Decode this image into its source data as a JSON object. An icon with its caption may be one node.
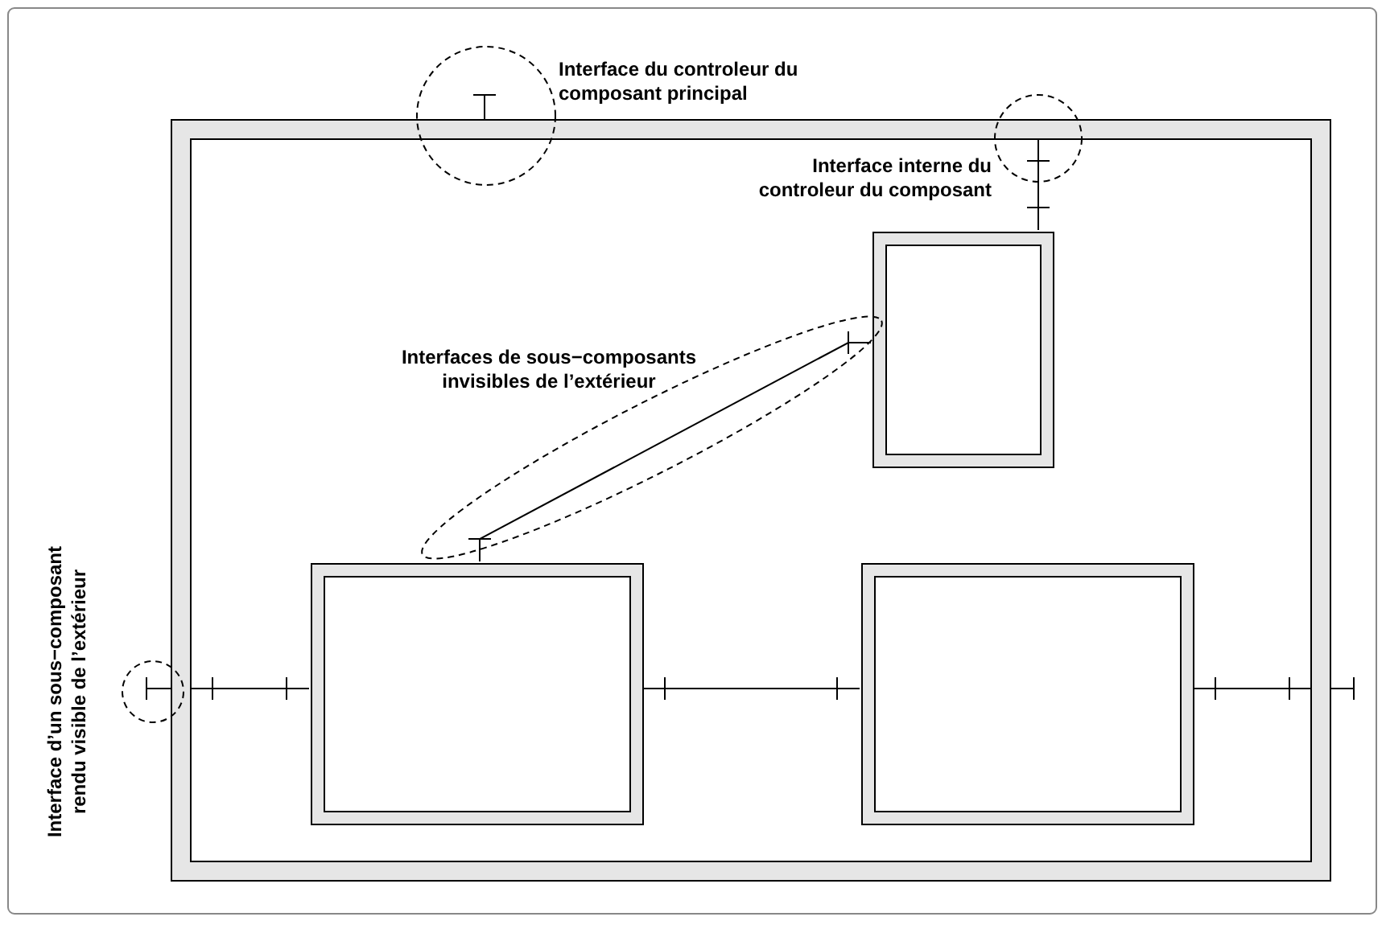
{
  "diagram": {
    "nodes": [
      {
        "text": [],
        "shape": "box"
      },
      {
        "text": [],
        "shape": "box",
        "in": 0
      },
      {
        "text": [],
        "shape": "box",
        "in": 0
      },
      {
        "text": [],
        "shape": "box",
        "in": 0
      }
    ],
    "edges": [
      {
        "from": 0,
        "to": 2,
        "arrow": "other"
      },
      {
        "from": 2,
        "to": 3,
        "arrow": "other"
      },
      {
        "from": 3,
        "to": 0,
        "arrow": "other"
      },
      {
        "from": 2,
        "to": 1,
        "arrow": "other"
      },
      {
        "from": 0,
        "to": 1,
        "arrow": "other"
      }
    ],
    "labels": [
      "Interface du controleur du composant principal",
      "Interface interne du controleur du composant",
      "Interfaces de sous−composants invisibles de l’extérieur",
      "Interface d’un sous−composant rendu visible de l’extérieur"
    ]
  }
}
